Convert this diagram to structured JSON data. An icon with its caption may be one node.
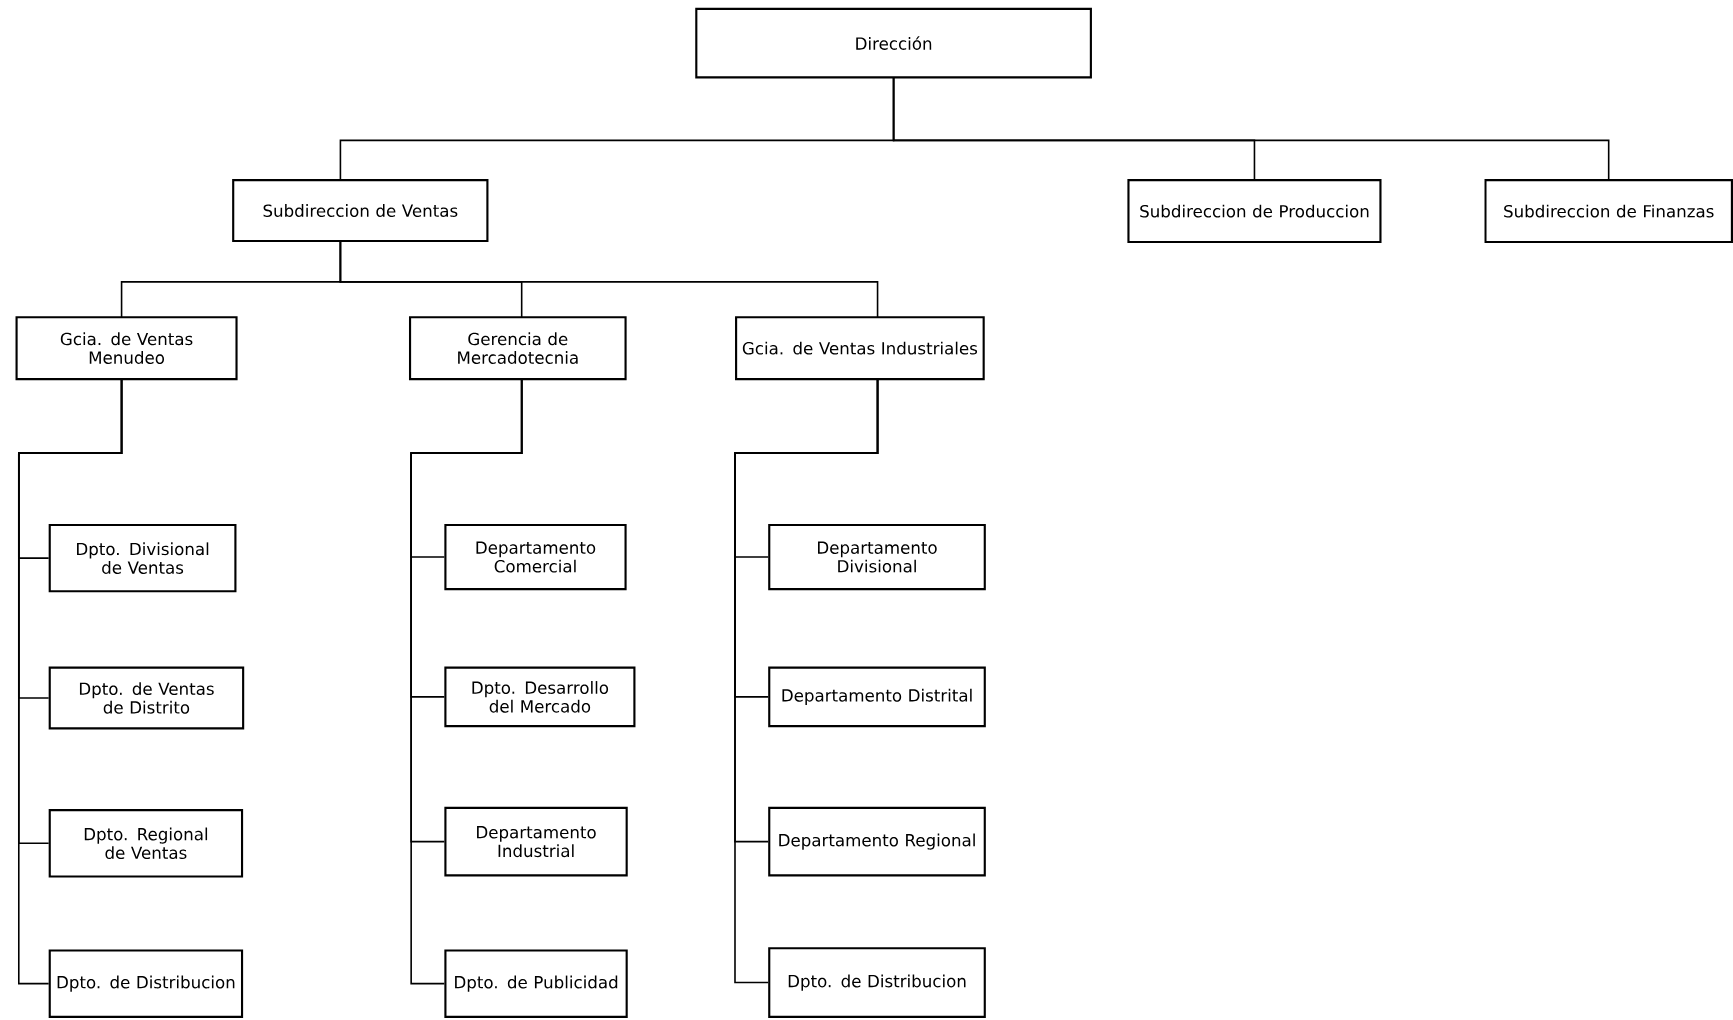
{
  "diagram": {
    "nodes": [
      {
        "text": [
          "Dirección"
        ]
      },
      {
        "text": [
          "Subdireccion de Ventas"
        ]
      },
      {
        "text": [
          "Subdireccion de Produccion"
        ]
      },
      {
        "text": [
          "Subdireccion de Finanzas"
        ]
      },
      {
        "text": [
          "Gcia. de Ventas Menudeo"
        ]
      },
      {
        "text": [
          "Gerencia de Mercadotecnia"
        ]
      },
      {
        "text": [
          "Gcia. de Ventas Industriales"
        ]
      },
      {
        "text": [
          "Dpto. Divisional de Ventas"
        ]
      },
      {
        "text": [
          "Dpto. de Ventas de Distrito"
        ]
      },
      {
        "text": [
          "Dpto. Regional de Ventas"
        ]
      },
      {
        "text": [
          "Dpto. de Distribucion"
        ]
      },
      {
        "text": [
          "Departamento Comercial"
        ]
      },
      {
        "text": [
          "Dpto. Desarrollo del Mercado"
        ]
      },
      {
        "text": [
          "Departamento Industrial"
        ]
      },
      {
        "text": [
          "Dpto. de Publicidad"
        ]
      },
      {
        "text": [
          "Departamento Divisional"
        ]
      },
      {
        "text": [
          "Departamento Distrital"
        ]
      },
      {
        "text": [
          "Departamento Regional"
        ]
      },
      {
        "text": [
          "Dpto. de Distribucion"
        ]
      }
    ],
    "edges": [
      {
        "from": 0,
        "to": 1,
        "arrow": "none"
      },
      {
        "from": 0,
        "to": 2,
        "arrow": "none"
      },
      {
        "from": 0,
        "to": 3,
        "arrow": "none"
      },
      {
        "from": 1,
        "to": 4,
        "arrow": "none"
      },
      {
        "from": 1,
        "to": 5,
        "arrow": "none"
      },
      {
        "from": 1,
        "to": 6,
        "arrow": "none"
      },
      {
        "from": 4,
        "to": 7,
        "arrow": "none"
      },
      {
        "from": 4,
        "to": 8,
        "arrow": "none"
      },
      {
        "from": 4,
        "to": 9,
        "arrow": "none"
      },
      {
        "from": 4,
        "to": 10,
        "arrow": "none"
      },
      {
        "from": 5,
        "to": 11,
        "arrow": "none"
      },
      {
        "from": 5,
        "to": 12,
        "arrow": "none"
      },
      {
        "from": 5,
        "to": 13,
        "arrow": "none"
      },
      {
        "from": 5,
        "to": 14,
        "arrow": "none"
      },
      {
        "from": 6,
        "to": 15,
        "arrow": "none"
      },
      {
        "from": 6,
        "to": 16,
        "arrow": "none"
      },
      {
        "from": 6,
        "to": 17,
        "arrow": "none"
      },
      {
        "from": 6,
        "to": 18,
        "arrow": "none"
      }
    ]
  }
}
